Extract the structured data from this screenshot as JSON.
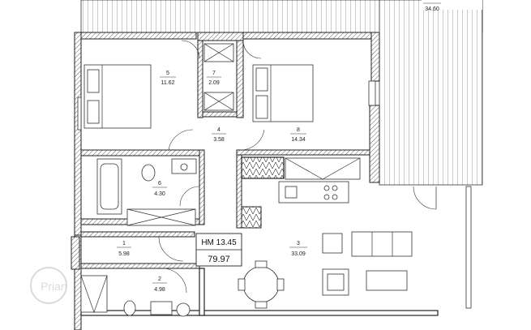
{
  "rooms": [
    {
      "id": "1",
      "number": "1",
      "area": "5.98"
    },
    {
      "id": "2",
      "number": "2",
      "area": "4.98"
    },
    {
      "id": "3",
      "number": "3",
      "area": "33.09"
    },
    {
      "id": "4",
      "number": "4",
      "area": "3.58"
    },
    {
      "id": "5",
      "number": "5",
      "area": "11.62"
    },
    {
      "id": "6",
      "number": "6",
      "area": "4.30"
    },
    {
      "id": "7",
      "number": "7",
      "area": "2.09"
    },
    {
      "id": "8",
      "number": "8",
      "area": "14.34"
    },
    {
      "id": "terrace",
      "number": "",
      "area": "34.60"
    }
  ],
  "unit_box": {
    "name": "HM 13.45",
    "total_area": "79.97"
  },
  "watermark": "Prian"
}
